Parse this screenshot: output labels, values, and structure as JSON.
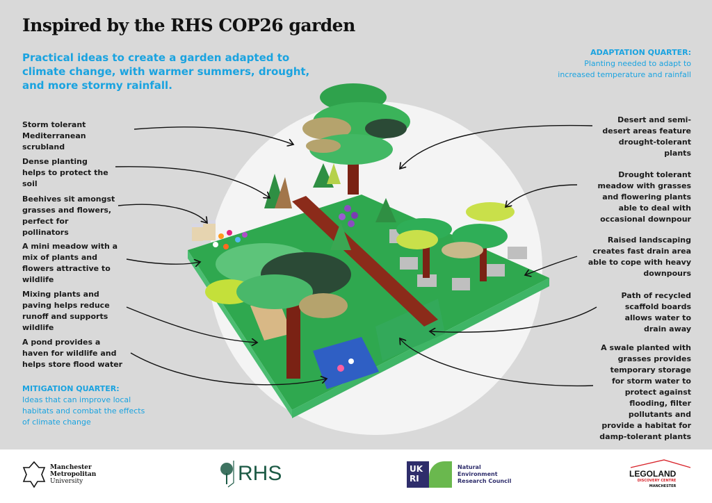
{
  "title": "Inspired by the RHS COP26 garden",
  "subtitle": "Practical ideas to create a garden adapted to climate change, with warmer summers, drought, and more stormy rainfall.",
  "adaptation_quarter": {
    "heading": "ADAPTATION QUARTER:",
    "text": "Planting needed to adapt to increased temperature and rainfall"
  },
  "mitigation_quarter": {
    "heading": "MITIGATION QUARTER:",
    "text": "Ideas that can improve local habitats and combat the effects of climate change"
  },
  "left_labels": [
    "Storm tolerant Mediterranean scrubland",
    "Dense planting helps to protect the soil",
    "Beehives sit amongst grasses and flowers, perfect for pollinators",
    "A mini meadow with a mix of plants and flowers attractive to wildlife",
    "Mixing plants and paving helps reduce runoff and supports wildlife",
    "A pond provides a haven for wildlife and helps store flood water"
  ],
  "right_labels": [
    "Desert and semi-desert areas feature drought-tolerant plants",
    "Drought tolerant meadow with grasses and flowering plants able to deal with occasional downpour",
    "Raised landscaping creates fast drain area able to cope with heavy downpours",
    "Path of recycled scaffold boards allows water to drain away",
    "A swale planted with grasses provides temporary storage for storm water to protect against flooding, filter pollutants and provide a habitat for damp-tolerant plants"
  ],
  "logos": {
    "mmu": [
      "Manchester",
      "Metropolitan",
      "University"
    ],
    "rhs": "RHS",
    "ukri_mark": [
      "UK",
      "RI"
    ],
    "nerc": [
      "Natural",
      "Environment",
      "Research Council"
    ],
    "legoland": [
      "LEGOLAND",
      "DISCOVERY CENTRE",
      "MANCHESTER"
    ]
  },
  "colors": {
    "accent_blue": "#1aa3e0",
    "background": "#d9d9d9",
    "rhs_green": "#1c5a45",
    "ukri_navy": "#2e2d6b",
    "nerc_green": "#6ab84e",
    "legoland_red": "#d8232a"
  }
}
